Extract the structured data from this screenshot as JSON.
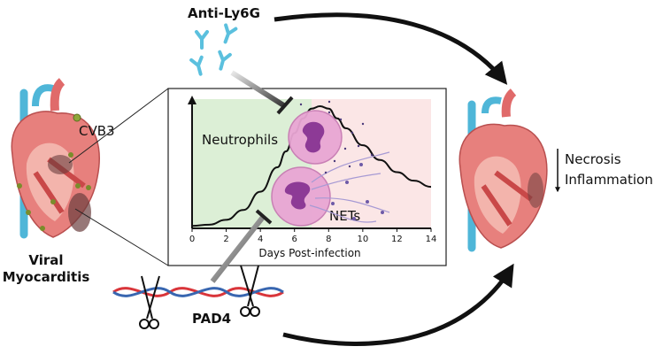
{
  "labels": {
    "antibody": "Anti-Ly6G",
    "virus": "CVB3",
    "disease_line1": "Viral",
    "disease_line2": "Myocarditis",
    "enzyme": "PAD4",
    "outcome_line1": "Necrosis",
    "outcome_line2": "Inflammation"
  },
  "colors": {
    "phase_early": "#dcefd6",
    "phase_late": "#fbe6e6",
    "antibody": "#5bc0de",
    "dna_red": "#d9353a",
    "dna_blue": "#3866b0",
    "cell": "#e9a6d4",
    "nucleus": "#8d3a96"
  },
  "chart_data": {
    "type": "line",
    "xlabel": "Days Post-infection",
    "ylabel": "",
    "xlim": [
      0,
      14
    ],
    "xticks": [
      0,
      2,
      4,
      6,
      8,
      10,
      12,
      14
    ],
    "series": [
      {
        "name": "",
        "x": [
          0,
          1,
          2,
          3,
          4,
          5,
          5.5,
          6,
          6.5,
          7,
          7.5,
          8,
          8.5,
          9,
          10,
          11,
          12,
          13,
          14
        ],
        "y": [
          0.02,
          0.03,
          0.07,
          0.15,
          0.3,
          0.5,
          0.63,
          0.78,
          0.9,
          0.98,
          1.0,
          0.98,
          0.9,
          0.82,
          0.68,
          0.56,
          0.46,
          0.39,
          0.34
        ]
      }
    ],
    "regions": [
      {
        "label": "Neutrophils",
        "from": 0,
        "to": 7
      },
      {
        "label": "NETs",
        "from": 7,
        "to": 14
      }
    ]
  }
}
